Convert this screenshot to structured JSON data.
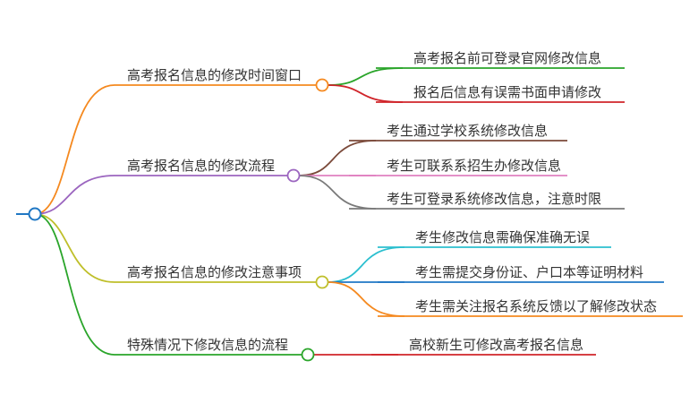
{
  "mindmap": {
    "root_label": "",
    "branches": [
      {
        "label": "高考报名信息的修改时间窗口",
        "color": "#f5891f",
        "children": [
          {
            "label": "高考报名前可登录官网修改信息",
            "color": "#2aa52a"
          },
          {
            "label": "报名后信息有误需书面申请修改",
            "color": "#d0242a"
          }
        ]
      },
      {
        "label": "高考报名信息的修改流程",
        "color": "#9b65bf",
        "children": [
          {
            "label": "考生通过学校系统修改信息",
            "color": "#7b4a3a"
          },
          {
            "label": "考生可联系系招生办修改信息",
            "color": "#e080c0"
          },
          {
            "label": "考生可登录系统修改信息，注意时限",
            "color": "#7a7a7a"
          }
        ]
      },
      {
        "label": "高考报名信息的修改注意事项",
        "color": "#bfbf2a",
        "children": [
          {
            "label": "考生修改信息需确保准确无误",
            "color": "#2bbfcf"
          },
          {
            "label": "考生需提交身份证、户口本等证明材料",
            "color": "#1f77c4"
          },
          {
            "label": "考生需关注报名系统反馈以了解修改状态",
            "color": "#f5891f"
          }
        ]
      },
      {
        "label": "特殊情况下修改信息的流程",
        "color": "#2aa52a",
        "children": [
          {
            "label": "高校新生可修改高考报名信息",
            "color": "#d0242a"
          }
        ]
      }
    ],
    "root_color": "#1f77c4"
  }
}
